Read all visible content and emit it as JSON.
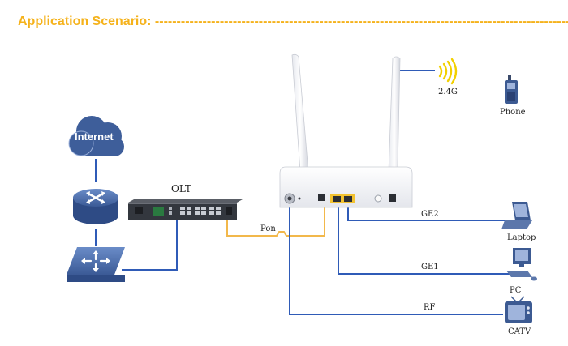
{
  "title": "Application Scenario: ------------------------------------------------------------------------------------------------",
  "nodes": {
    "internet": "Internet",
    "olt": "OLT",
    "wifi": "2.4G",
    "phone": "Phone",
    "laptop": "Laptop",
    "pc": "PC",
    "catv": "CATV"
  },
  "links": {
    "pon": "Pon",
    "ge2": "GE2",
    "ge1": "GE1",
    "rf": "RF"
  },
  "colors": {
    "title": "#F5B21B",
    "link_blue": "#2F5BB7",
    "pon_yellow": "#F2B84B",
    "cloud": "#3E5E9A",
    "router": "#3A5890"
  }
}
